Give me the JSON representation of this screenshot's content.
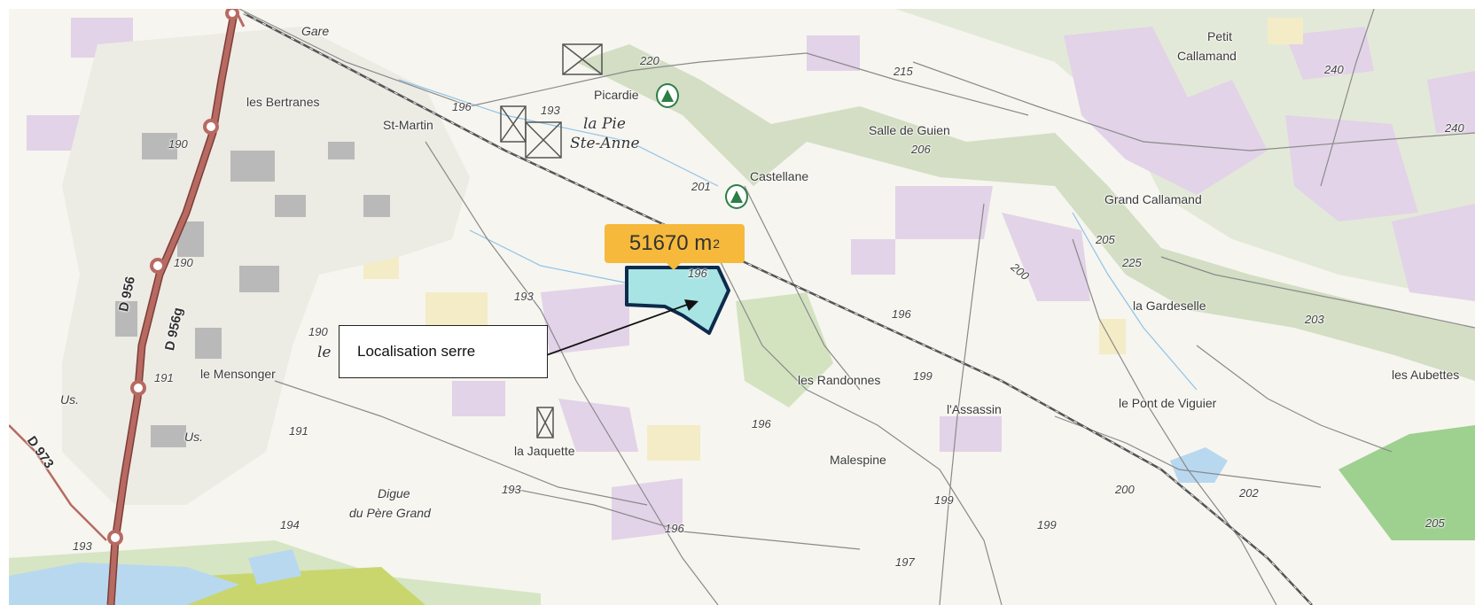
{
  "map": {
    "area_value": "51670 m",
    "area_unit_exponent": "2",
    "callout_text": "Localisation serre",
    "place_labels": [
      {
        "id": "gare",
        "text": "Gare"
      },
      {
        "id": "les-bertranes",
        "text": "les Bertranes"
      },
      {
        "id": "st-martin",
        "text": "St-Martin"
      },
      {
        "id": "picardie",
        "text": "Picardie"
      },
      {
        "id": "la-pie",
        "text": "la Pie"
      },
      {
        "id": "ste-anne",
        "text": "Ste-Anne"
      },
      {
        "id": "castellane",
        "text": "Castellane"
      },
      {
        "id": "salle-de-guien",
        "text": "Salle de Guien"
      },
      {
        "id": "petit",
        "text": "Petit"
      },
      {
        "id": "callamand",
        "text": "Callamand"
      },
      {
        "id": "grand-callamand",
        "text": "Grand Callamand"
      },
      {
        "id": "la-gardeselle",
        "text": "la Gardeselle"
      },
      {
        "id": "les-aubettes",
        "text": "les Aubettes"
      },
      {
        "id": "le-pont-de-viguier",
        "text": "le Pont de Viguier"
      },
      {
        "id": "l-assassin",
        "text": "l'Assassin"
      },
      {
        "id": "les-randonnes",
        "text": "les Randonnes"
      },
      {
        "id": "malespine",
        "text": "Malespine"
      },
      {
        "id": "la-jaquette",
        "text": "la Jaquette"
      },
      {
        "id": "le-mensonger",
        "text": "le Mensonger"
      },
      {
        "id": "digue",
        "text": "Digue"
      },
      {
        "id": "du-pere-grand",
        "text": "du Père Grand"
      },
      {
        "id": "us-1",
        "text": "Us."
      },
      {
        "id": "us-2",
        "text": "Us."
      },
      {
        "id": "le-partial",
        "text": "le"
      }
    ],
    "road_labels": [
      {
        "id": "d956",
        "text": "D 956"
      },
      {
        "id": "d956g",
        "text": "D 956g"
      },
      {
        "id": "d973",
        "text": "D 973"
      }
    ],
    "elevation_labels": [
      {
        "id": "e220",
        "text": "220"
      },
      {
        "id": "e196a",
        "text": "196"
      },
      {
        "id": "e193a",
        "text": "193"
      },
      {
        "id": "e190a",
        "text": "190"
      },
      {
        "id": "e190b",
        "text": "190"
      },
      {
        "id": "e190c",
        "text": "190"
      },
      {
        "id": "e191a",
        "text": "191"
      },
      {
        "id": "e191b",
        "text": "191"
      },
      {
        "id": "e193b",
        "text": "193"
      },
      {
        "id": "e193c",
        "text": "193"
      },
      {
        "id": "e193d",
        "text": "193"
      },
      {
        "id": "e194",
        "text": "194"
      },
      {
        "id": "e196b",
        "text": "196"
      },
      {
        "id": "e196c",
        "text": "196"
      },
      {
        "id": "e196d",
        "text": "196"
      },
      {
        "id": "e196e",
        "text": "196"
      },
      {
        "id": "e199a",
        "text": "199"
      },
      {
        "id": "e199b",
        "text": "199"
      },
      {
        "id": "e199c",
        "text": "199"
      },
      {
        "id": "e200a",
        "text": "200"
      },
      {
        "id": "e200b",
        "text": "200"
      },
      {
        "id": "e201",
        "text": "201"
      },
      {
        "id": "e202",
        "text": "202"
      },
      {
        "id": "e203",
        "text": "203"
      },
      {
        "id": "e205a",
        "text": "205"
      },
      {
        "id": "e205b",
        "text": "205"
      },
      {
        "id": "e206",
        "text": "206"
      },
      {
        "id": "e215",
        "text": "215"
      },
      {
        "id": "e225",
        "text": "225"
      },
      {
        "id": "e240a",
        "text": "240"
      },
      {
        "id": "e240b",
        "text": "240"
      },
      {
        "id": "e197",
        "text": "197"
      }
    ],
    "colors": {
      "background": "#f6f5ef",
      "vineyard": "#e2d3e8",
      "forest": "#d9e6c9",
      "water": "#b8d8f0",
      "main_road": "#b76a62",
      "parcel_fill": "#a8e4e4",
      "parcel_outline": "#0d2b4c",
      "badge": "#f6b93b",
      "railway": "#555555"
    }
  }
}
